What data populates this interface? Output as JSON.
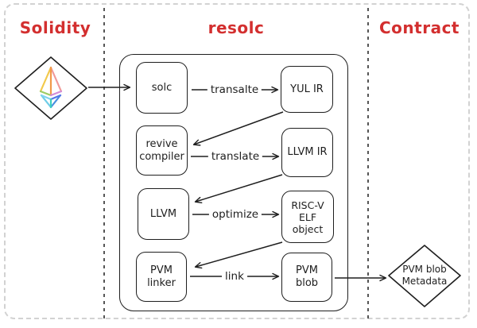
{
  "header": {
    "columns": [
      {
        "id": "solidity",
        "label": "Solidity"
      },
      {
        "id": "resolc",
        "label": "resolc"
      },
      {
        "id": "contract",
        "label": "Contract"
      }
    ]
  },
  "nodes": {
    "ethereum_input": {
      "icon": "ethereum-logo",
      "shape": "diamond"
    },
    "solc": {
      "label": "solc"
    },
    "yul_ir": {
      "label": "YUL IR"
    },
    "revive_compiler": {
      "label": "revive compiler"
    },
    "llvm_ir": {
      "label": "LLVM IR"
    },
    "llvm": {
      "label": "LLVM"
    },
    "riscv_elf": {
      "label": "RISC-V ELF object"
    },
    "pvm_linker": {
      "label": "PVM linker"
    },
    "pvm_blob": {
      "label": "PVM blob"
    },
    "pvm_metadata": {
      "shape": "diamond",
      "line1": "PVM blob",
      "line2": "Metadata"
    }
  },
  "edges": {
    "ethereum_to_solc": {
      "label": ""
    },
    "solc_to_yul": {
      "label": "transalte"
    },
    "yul_to_revive": {
      "label": ""
    },
    "revive_to_llvmir": {
      "label": "translate"
    },
    "llvmir_to_llvm": {
      "label": ""
    },
    "llvm_to_riscv": {
      "label": "optimize"
    },
    "riscv_to_linker": {
      "label": ""
    },
    "linker_to_blob": {
      "label": "link"
    },
    "blob_to_metadata": {
      "label": ""
    }
  },
  "colors": {
    "accent_red": "#d32f2f",
    "stroke": "#1e1e1e",
    "outer_border": "#d2d2d2"
  }
}
